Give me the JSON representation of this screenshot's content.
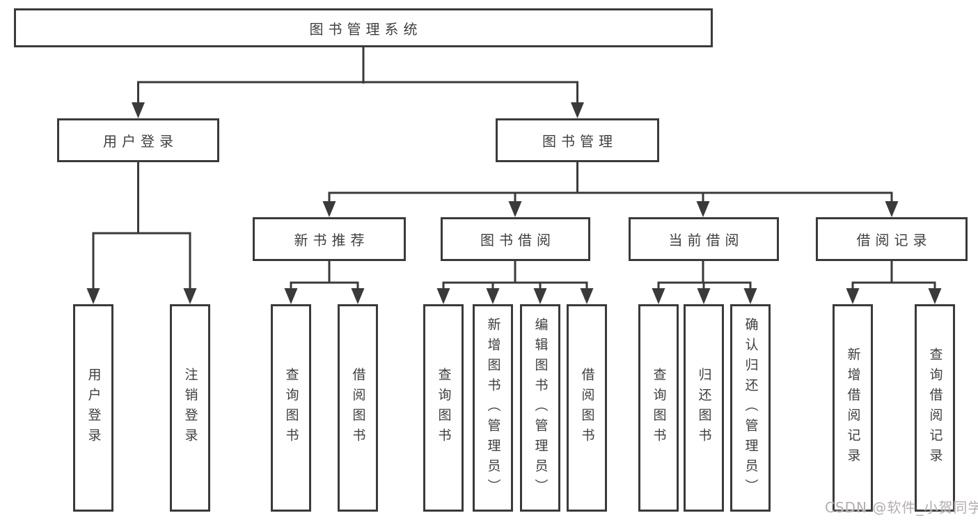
{
  "diagram": {
    "colors": {
      "line": "#3a3a3a",
      "box_border": "#3a3a3a",
      "text": "#3f3f3f",
      "background": "#ffffff",
      "watermark_text": "#b5adad"
    },
    "tree": {
      "root": {
        "label": "图书管理系统",
        "children": [
          {
            "label": "用户登录",
            "children": [
              {
                "label": "用户登录"
              },
              {
                "label": "注销登录"
              }
            ]
          },
          {
            "label": "图书管理",
            "children": [
              {
                "label": "新书推荐",
                "children": [
                  {
                    "label": "查询图书"
                  },
                  {
                    "label": "借阅图书"
                  }
                ]
              },
              {
                "label": "图书借阅",
                "children": [
                  {
                    "label": "查询图书"
                  },
                  {
                    "label": "新增图书（管理员）"
                  },
                  {
                    "label": "编辑图书（管理员）"
                  },
                  {
                    "label": "借阅图书"
                  }
                ]
              },
              {
                "label": "当前借阅",
                "children": [
                  {
                    "label": "查询图书"
                  },
                  {
                    "label": "归还图书"
                  },
                  {
                    "label": "确认归还（管理员）"
                  }
                ]
              },
              {
                "label": "借阅记录",
                "children": [
                  {
                    "label": "新增借阅记录"
                  },
                  {
                    "label": "查询借阅记录"
                  }
                ]
              }
            ]
          }
        ]
      }
    },
    "watermark": {
      "text": "CSDN @软件_小贺同学"
    }
  }
}
